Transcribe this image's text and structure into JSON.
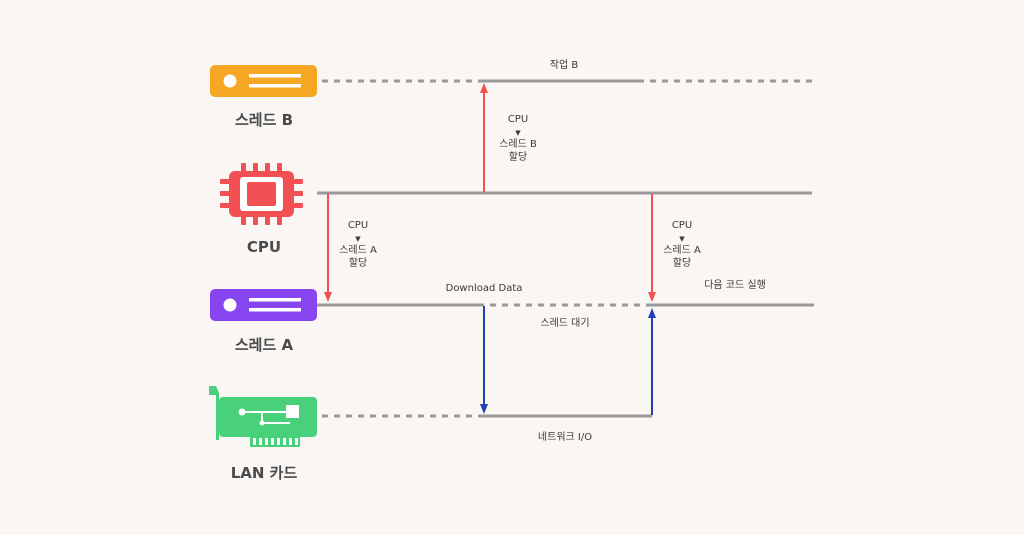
{
  "actors": {
    "thread_b": {
      "label": "스레드 B",
      "color": "#f5a623",
      "icon": "server-icon"
    },
    "cpu": {
      "label": "CPU",
      "color": "#f25052",
      "icon": "cpu-chip-icon"
    },
    "thread_a": {
      "label": "스레드 A",
      "color": "#8745f0",
      "icon": "server-icon"
    },
    "lan": {
      "label": "LAN 카드",
      "color": "#48d07a",
      "icon": "network-card-icon"
    }
  },
  "labels": {
    "task_b": "작업 B",
    "download": "Download Data",
    "wait": "스레드 대기",
    "next_code": "다음 코드 실행",
    "network_io": "네트워크 I/O"
  },
  "assign_b": {
    "line1": "CPU",
    "arrow": "▼",
    "line2": "스레드 B",
    "line3": "할당"
  },
  "assign_a1": {
    "line1": "CPU",
    "arrow": "▼",
    "line2": "스레드 A",
    "line3": "할당"
  },
  "assign_a2": {
    "line1": "CPU",
    "arrow": "▼",
    "line2": "스레드 A",
    "line3": "할당"
  },
  "colors": {
    "line": "#999999",
    "arrow_red": "#f25052",
    "arrow_blue": "#2340b5"
  }
}
